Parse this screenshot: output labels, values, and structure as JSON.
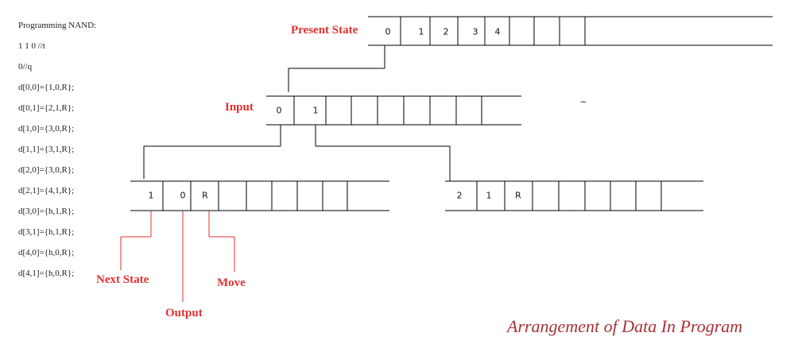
{
  "colors": {
    "label": "#e03030",
    "caption": "#a83238",
    "line": "#000000",
    "text": "#111111"
  },
  "code": {
    "title": "Programming NAND:",
    "lines": [
      "1 1 0 //t",
      "0//q",
      "d[0,0]={1,0,R};",
      "d[0,1]={2,1,R};",
      "d[1,0]={3,0,R};",
      "d[1,1]={3,1,R};",
      "d[2,0]={3,0,R};",
      "d[2,1]={4,1,R};",
      "d[3,0]={h,1,R};",
      "d[3,1]={h,1,R};",
      "d[4,0]={h,0,R};",
      "d[4,1]={h,0,R};"
    ]
  },
  "labels": {
    "present_state": "Present State",
    "input": "Input",
    "next_state": "Next State",
    "output": "Output",
    "move": "Move"
  },
  "tapes": {
    "present_state": {
      "cells": [
        "0",
        "1",
        "2",
        "3",
        "4"
      ]
    },
    "input": {
      "cells": [
        "0",
        "1"
      ]
    },
    "transition_0": {
      "cells": [
        "1",
        "0",
        "R"
      ]
    },
    "transition_1": {
      "cells": [
        "2",
        "1",
        "R"
      ]
    }
  },
  "stray_mark": "~",
  "caption": "Arrangement of Data In Program"
}
